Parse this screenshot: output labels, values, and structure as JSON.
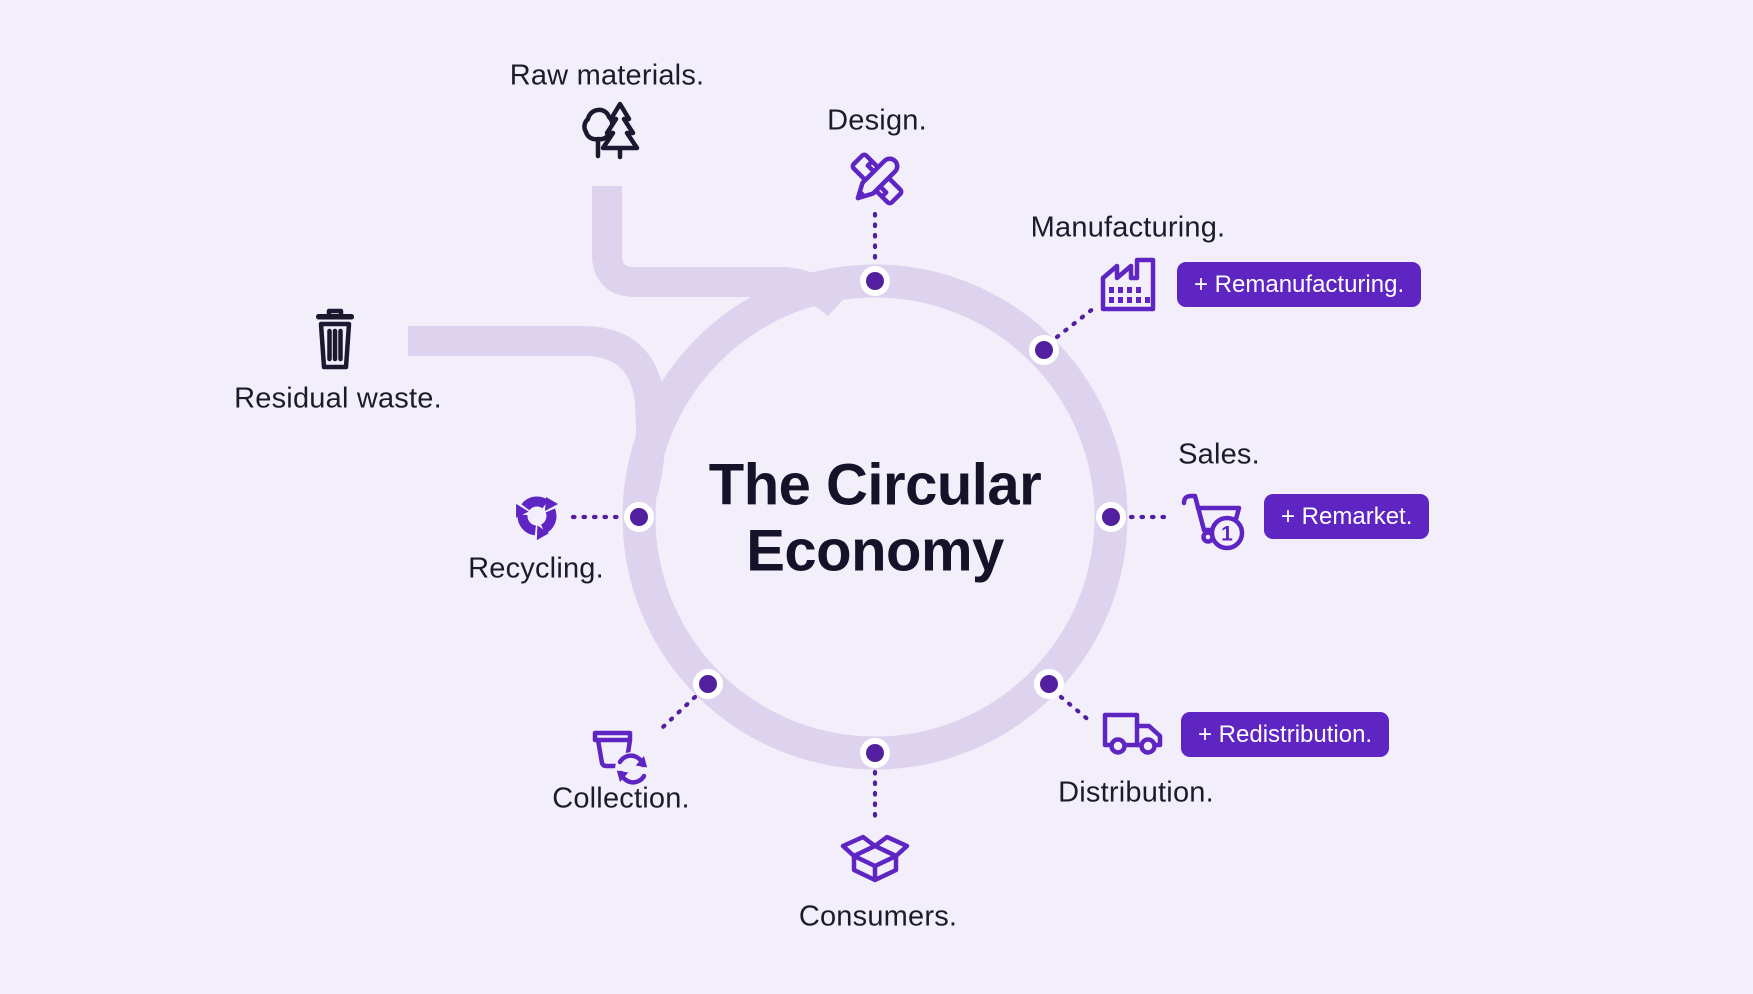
{
  "title": {
    "line1": "The Circular",
    "line2": "Economy"
  },
  "colors": {
    "background": "#f2effb",
    "ring": "#ddd3ee",
    "purple": "#5e25c3",
    "node": "#52209f",
    "dark": "#1b1830",
    "text": "#1d1c26",
    "title": "#151229"
  },
  "stages": {
    "raw_materials": {
      "label": "Raw materials.",
      "icon": "trees-icon"
    },
    "design": {
      "label": "Design.",
      "icon": "pencil-ruler-icon"
    },
    "manufacturing": {
      "label": "Manufacturing.",
      "icon": "factory-icon",
      "badge": "+ Remanufacturing."
    },
    "sales": {
      "label": "Sales.",
      "icon": "shopping-cart-icon",
      "cart_count": "1",
      "badge": "+ Remarket."
    },
    "distribution": {
      "label": "Distribution.",
      "icon": "truck-icon",
      "badge": "+ Redistribution."
    },
    "consumers": {
      "label": "Consumers.",
      "icon": "open-box-icon"
    },
    "collection": {
      "label": "Collection.",
      "icon": "collection-bin-icon"
    },
    "recycling": {
      "label": "Recycling.",
      "icon": "recycle-icon"
    },
    "residual_waste": {
      "label": "Residual waste.",
      "icon": "trash-icon"
    }
  }
}
